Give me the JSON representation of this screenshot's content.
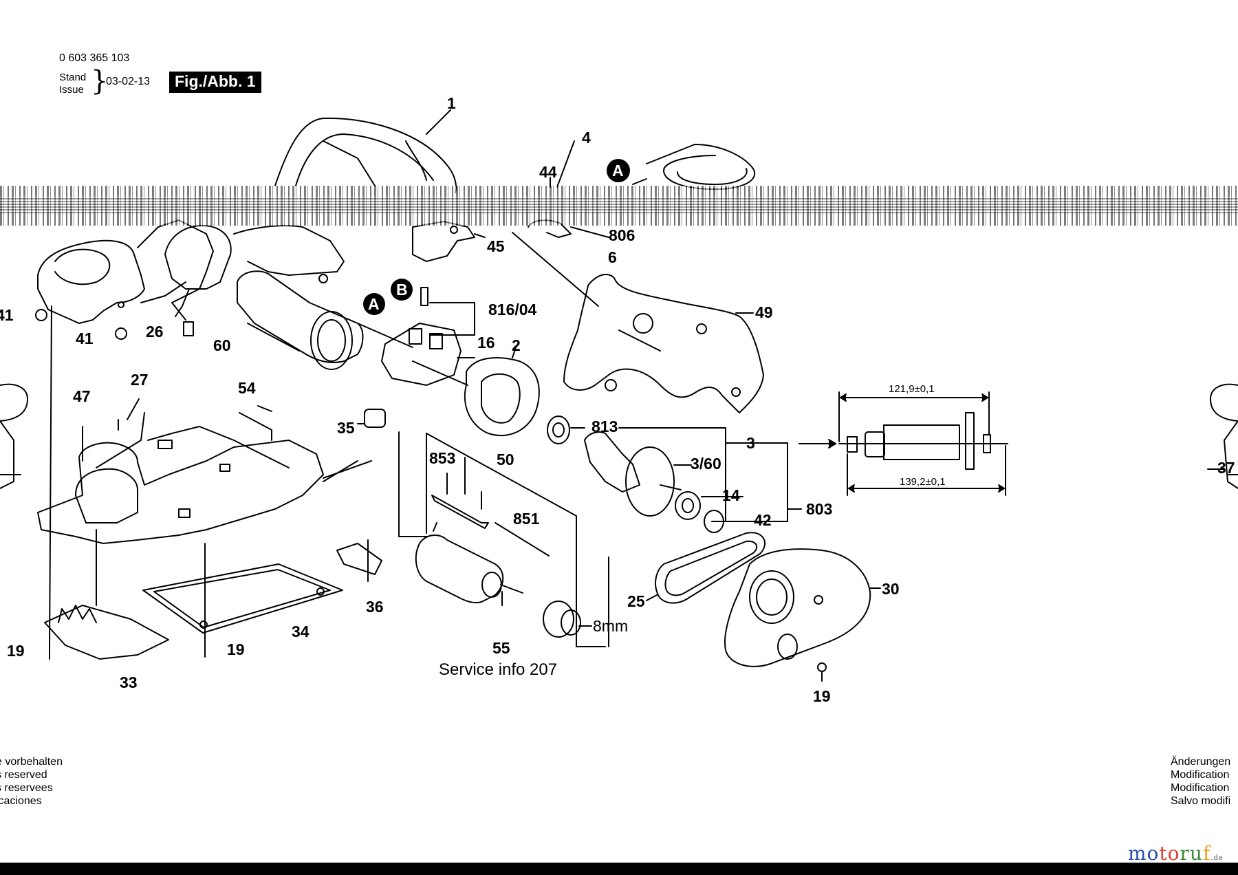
{
  "header": {
    "part_number": "0 603 365 103",
    "stand": "Stand",
    "issue": "Issue",
    "brace": "}",
    "date": "03-02-13",
    "figure_tag": "Fig./Abb. 1"
  },
  "labels": {
    "l1": "1",
    "l4": "4",
    "l44": "44",
    "lA1": "A",
    "l45": "45",
    "l806": "806",
    "l6": "6",
    "l49": "49",
    "l41a": "41",
    "l41b": "41",
    "l26": "26",
    "l60": "60",
    "lB": "B",
    "lA2": "A",
    "l816_04": "816/04",
    "l16": "16",
    "l2": "2",
    "l47": "47",
    "l27": "27",
    "l54": "54",
    "l35": "35",
    "l813": "813",
    "l3": "3",
    "l853": "853",
    "l50": "50",
    "l3_60": "3/60",
    "l851": "851",
    "l14": "14",
    "l803": "803",
    "l42": "42",
    "l30": "30",
    "l25": "25",
    "l8mm": "8mm",
    "l36": "36",
    "l34": "34",
    "l19a": "19",
    "l19b": "19",
    "l19c": "19",
    "l33": "33",
    "l55": "55",
    "l37": "37"
  },
  "dimensions": {
    "top": "121,9±0,1",
    "bottom": "139,2±0,1"
  },
  "service_info": "Service info 207",
  "notes_left": "e vorbehalten\ns reserved\ns reservees\nicaciones",
  "notes_right": "Änderungen\nModification\nModification\nSalvo modifi",
  "logo": {
    "p1": "mo",
    "p2": "to",
    "p3": "ru",
    "p4": "f",
    "tld": ".de"
  }
}
